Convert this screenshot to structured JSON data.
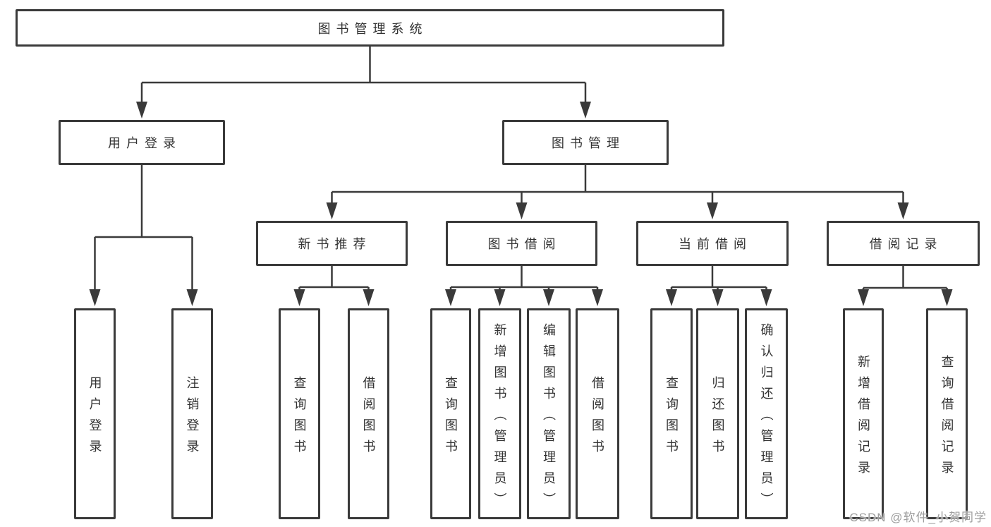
{
  "nodes": {
    "root": "图书管理系统",
    "user_login": "用户登录",
    "book_management": "图书管理",
    "new_book_recommend": "新书推荐",
    "book_borrow": "图书借阅",
    "current_borrow": "当前借阅",
    "borrow_records": "借阅记录",
    "login_user_login": "用户登录",
    "login_logout": "注销登录",
    "rec_query_books": "查询图书",
    "rec_borrow_books": "借阅图书",
    "bb_query_books": "查询图书",
    "bb_add_books_admin": "新增图书（管理员）",
    "bb_edit_books_admin": "编辑图书（管理员）",
    "bb_borrow_books": "借阅图书",
    "cb_query_books": "查询图书",
    "cb_return_books": "归还图书",
    "cb_confirm_return_admin": "确认归还（管理员）",
    "br_add_record": "新增借阅记录",
    "br_query_record": "查询借阅记录"
  },
  "watermark": "CSDN @软件_小贺同学",
  "colors": {
    "line": "#3a3a3a",
    "box_border": "#3a3a3a",
    "text": "#333333",
    "watermark": "#9e9e9e",
    "background": "#ffffff"
  }
}
